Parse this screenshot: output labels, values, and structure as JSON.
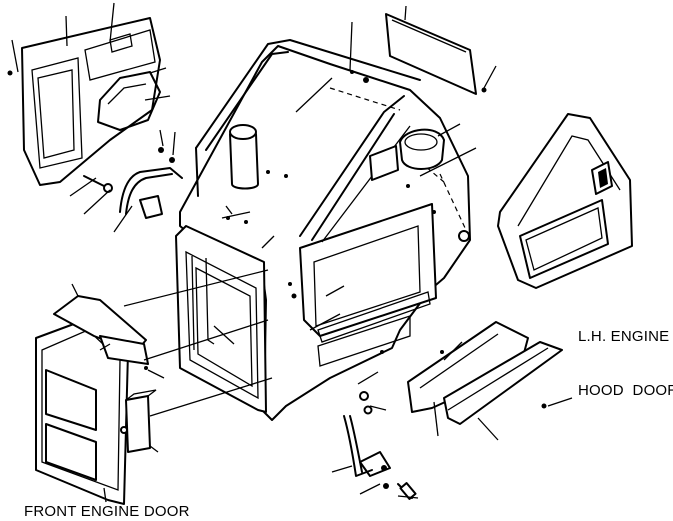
{
  "labels": {
    "lh_engine_hood_door_line1": "L.H. ENGINE",
    "lh_engine_hood_door_line2": "HOOD  DOOR",
    "front_engine_door": "FRONT ENGINE DOOR"
  }
}
